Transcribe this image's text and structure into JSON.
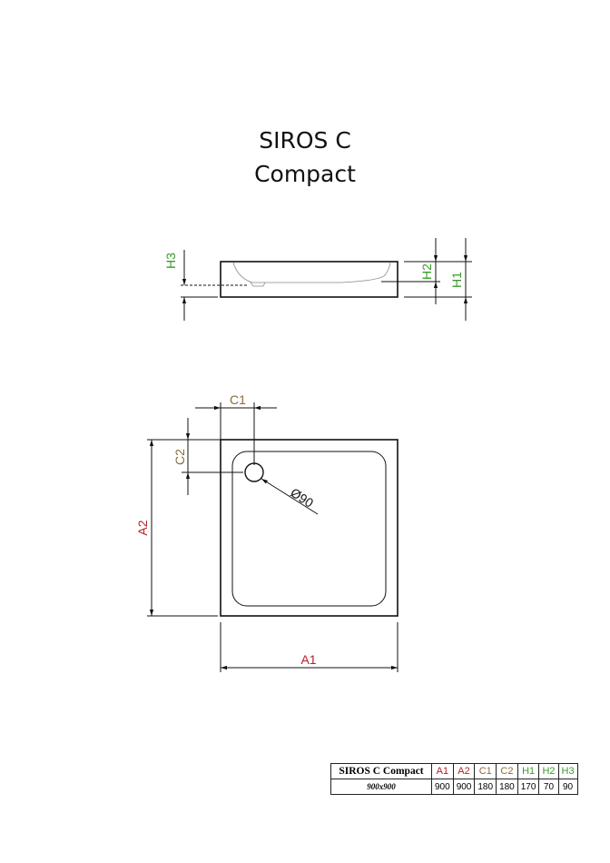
{
  "title": {
    "line1": "SIROS C",
    "line2": "Compact"
  },
  "labels": {
    "A1": "A1",
    "A2": "A2",
    "C1": "C1",
    "C2": "C2",
    "H1": "H1",
    "H2": "H2",
    "H3": "H3",
    "drain": "Ø90"
  },
  "colors": {
    "A": "#b3202a",
    "C": "#8a6a3a",
    "H": "#3a9a2a",
    "line": "#111111"
  },
  "table": {
    "name": "SIROS C Compact",
    "headers": [
      "A1",
      "A2",
      "C1",
      "C2",
      "H1",
      "H2",
      "H3"
    ],
    "rows": [
      {
        "size": "900x900",
        "values": [
          "900",
          "900",
          "180",
          "180",
          "170",
          "70",
          "90"
        ]
      }
    ]
  }
}
